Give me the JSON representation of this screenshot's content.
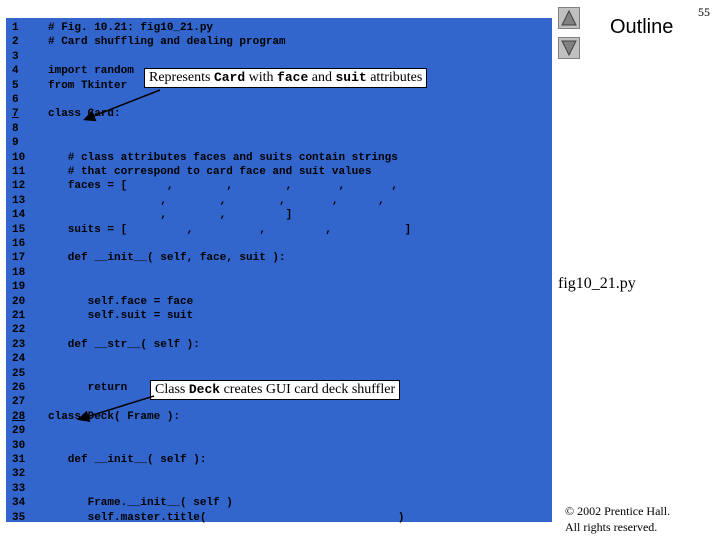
{
  "slide": {
    "page_number": "55",
    "outline_label": "Outline",
    "filename": "fig10_21.py",
    "copyright_line1": "© 2002 Prentice Hall.",
    "copyright_line2": "All rights reserved."
  },
  "nav": {
    "up_icon": "triangle-up-icon",
    "down_icon": "triangle-down-icon"
  },
  "colors": {
    "code_background": "#3366cc",
    "button": "#c0c0c0"
  },
  "code_lines": [
    {
      "n": "1",
      "t": "# Fig. 10.21: fig10_21.py"
    },
    {
      "n": "2",
      "t": "# Card shuffling and dealing program"
    },
    {
      "n": "3",
      "t": ""
    },
    {
      "n": "4",
      "t": "import random"
    },
    {
      "n": "5",
      "t": "from Tkinter"
    },
    {
      "n": "6",
      "t": ""
    },
    {
      "n": "7",
      "t": "class Card:"
    },
    {
      "n": "8",
      "t": ""
    },
    {
      "n": "9",
      "t": ""
    },
    {
      "n": "10",
      "t": "   # class attributes faces and suits contain strings"
    },
    {
      "n": "11",
      "t": "   # that correspond to card face and suit values"
    },
    {
      "n": "12",
      "t": "   faces = [      ,        ,        ,       ,       ,"
    },
    {
      "n": "13",
      "t": "                 ,        ,        ,       ,      ,"
    },
    {
      "n": "14",
      "t": "                 ,        ,         ]"
    },
    {
      "n": "15",
      "t": "   suits = [         ,          ,         ,           ]"
    },
    {
      "n": "16",
      "t": ""
    },
    {
      "n": "17",
      "t": "   def __init__( self, face, suit ):"
    },
    {
      "n": "18",
      "t": ""
    },
    {
      "n": "19",
      "t": ""
    },
    {
      "n": "20",
      "t": "      self.face = face"
    },
    {
      "n": "21",
      "t": "      self.suit = suit"
    },
    {
      "n": "22",
      "t": ""
    },
    {
      "n": "23",
      "t": "   def __str__( self ):"
    },
    {
      "n": "24",
      "t": ""
    },
    {
      "n": "25",
      "t": ""
    },
    {
      "n": "26",
      "t": "      return"
    },
    {
      "n": "27",
      "t": ""
    },
    {
      "n": "28",
      "t": "class Deck( Frame ):"
    },
    {
      "n": "29",
      "t": ""
    },
    {
      "n": "30",
      "t": ""
    },
    {
      "n": "31",
      "t": "   def __init__( self ):"
    },
    {
      "n": "32",
      "t": ""
    },
    {
      "n": "33",
      "t": ""
    },
    {
      "n": "34",
      "t": "      Frame.__init__( self )"
    },
    {
      "n": "35",
      "t": "      self.master.title(                             )"
    }
  ],
  "callouts": [
    {
      "pre": "Represents ",
      "code1": "Card",
      "mid": " with ",
      "code2": "face",
      "mid2": " and ",
      "code3": "suit",
      "post": " attributes"
    },
    {
      "pre": "Class ",
      "code1": "Deck",
      "post": " creates GUI card deck shuffler"
    }
  ]
}
